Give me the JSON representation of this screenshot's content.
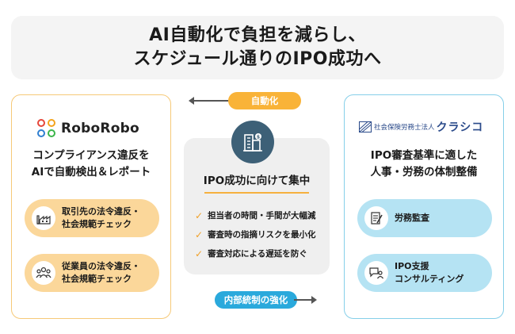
{
  "title": {
    "line1": "AI自動化で負担を減らし、",
    "line2": "スケジュール通りのIPO成功へ"
  },
  "left": {
    "logo_text": "RoboRobo",
    "description_line1": "コンプライアンス違反を",
    "description_line2": "AIで自動検出＆レポート",
    "items": [
      {
        "line1": "取引先の法令違反・",
        "line2": "社会規範チェック",
        "icon": "factory-icon"
      },
      {
        "line1": "従業員の法令違反・",
        "line2": "社会規範チェック",
        "icon": "people-group-icon"
      }
    ],
    "colors": {
      "border": "#f6c978",
      "pill": "#fbd79a"
    }
  },
  "center": {
    "automation_label": "自動化",
    "heading": "IPO成功に向けて集中",
    "checks": [
      "担当者の時間・手間が大幅減",
      "審査時の指摘リスクを最小化",
      "審査対応による遅延を防ぐ"
    ],
    "internal_label": "内部統制の強化",
    "icon": "building-icon",
    "colors": {
      "automation": "#f9b338",
      "internal": "#2aa9dc",
      "building": "#3d6077"
    }
  },
  "right": {
    "logo_small": "社会保険労務士法人",
    "logo_big": "クラシコ",
    "description_line1": "IPO審査基準に適した",
    "description_line2": "人事・労務の体制整備",
    "items": [
      {
        "line1": "労務監査",
        "line2": "",
        "icon": "clipboard-check-icon"
      },
      {
        "line1": "IPO支援",
        "line2": "コンサルティング",
        "icon": "consulting-chat-icon"
      }
    ],
    "colors": {
      "border": "#86cfe9",
      "pill": "#b5e3f3"
    }
  }
}
